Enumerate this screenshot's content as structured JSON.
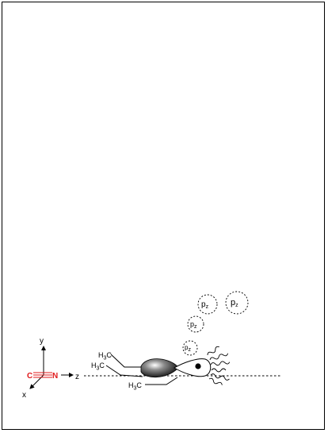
{
  "diagram": {
    "axes": {
      "y_label": "y",
      "x_label": "x",
      "z_label": "z"
    },
    "nitrile": {
      "c_label": "C",
      "n_label": "N",
      "color": "#e0191b"
    },
    "methyl_groups": [
      {
        "h": "H",
        "sub": "3",
        "c": "C"
      },
      {
        "h": "H",
        "sub": "3",
        "c": "C"
      },
      {
        "h": "H",
        "sub": "3",
        "c": "C"
      }
    ],
    "orbitals": [
      {
        "p": "p",
        "sub": "z"
      },
      {
        "p": "p",
        "sub": "z"
      },
      {
        "p": "p",
        "sub": "z"
      },
      {
        "p": "p",
        "sub": "z"
      }
    ]
  }
}
